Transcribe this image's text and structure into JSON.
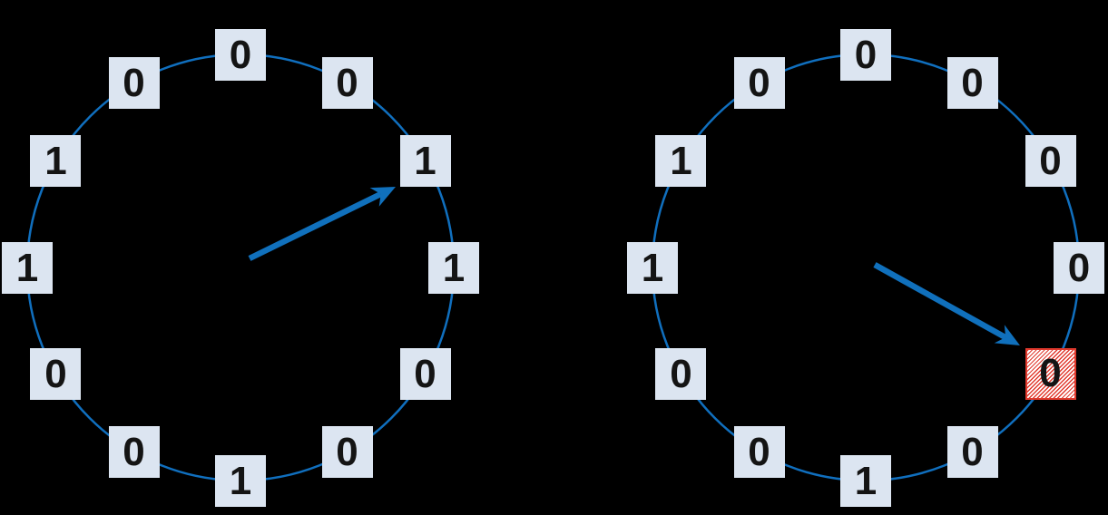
{
  "colors": {
    "background": "#000000",
    "ring_line": "#106fbe",
    "arrow": "#1070bc",
    "cell_fill": "#dce5f1",
    "cell_text": "#141414",
    "highlight_stripe": "#e0392d",
    "highlight_bg": "#ffffff"
  },
  "rings": [
    {
      "id": "left-ring",
      "arrow_target_index": 2,
      "cells": [
        {
          "value": "0",
          "highlighted": false
        },
        {
          "value": "0",
          "highlighted": false
        },
        {
          "value": "1",
          "highlighted": false
        },
        {
          "value": "1",
          "highlighted": false
        },
        {
          "value": "0",
          "highlighted": false
        },
        {
          "value": "0",
          "highlighted": false
        },
        {
          "value": "1",
          "highlighted": false
        },
        {
          "value": "0",
          "highlighted": false
        },
        {
          "value": "0",
          "highlighted": false
        },
        {
          "value": "1",
          "highlighted": false
        },
        {
          "value": "1",
          "highlighted": false
        },
        {
          "value": "0",
          "highlighted": false
        }
      ]
    },
    {
      "id": "right-ring",
      "arrow_target_index": 4,
      "cells": [
        {
          "value": "0",
          "highlighted": false
        },
        {
          "value": "0",
          "highlighted": false
        },
        {
          "value": "0",
          "highlighted": false
        },
        {
          "value": "0",
          "highlighted": false
        },
        {
          "value": "0",
          "highlighted": true
        },
        {
          "value": "0",
          "highlighted": false
        },
        {
          "value": "1",
          "highlighted": false
        },
        {
          "value": "0",
          "highlighted": false
        },
        {
          "value": "0",
          "highlighted": false
        },
        {
          "value": "1",
          "highlighted": false
        },
        {
          "value": "1",
          "highlighted": false
        },
        {
          "value": "0",
          "highlighted": false
        }
      ]
    }
  ]
}
